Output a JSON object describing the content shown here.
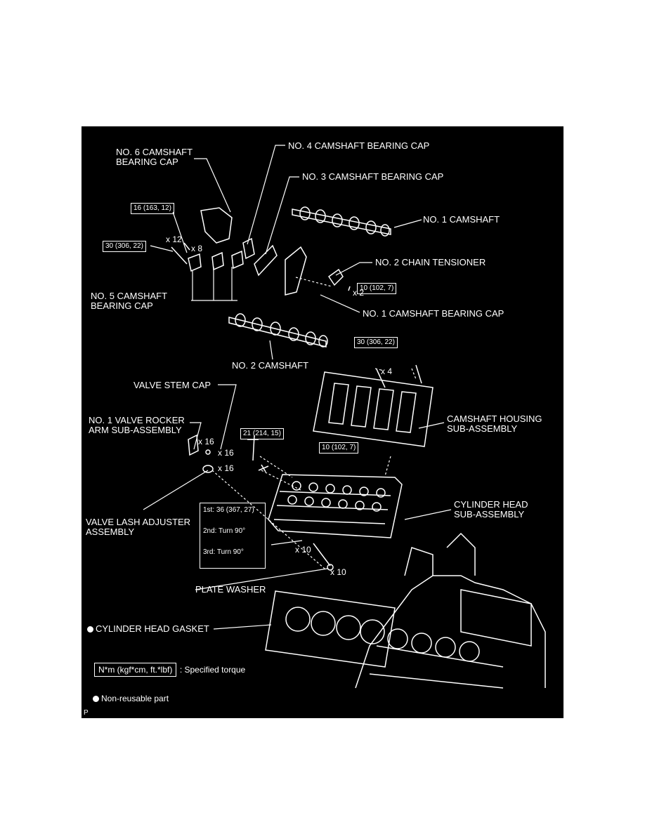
{
  "labels": {
    "no6_cap": "NO. 6 CAMSHAFT\nBEARING CAP",
    "no4_cap": "NO. 4 CAMSHAFT BEARING CAP",
    "no3_cap": "NO. 3 CAMSHAFT BEARING CAP",
    "no1_camshaft": "NO. 1 CAMSHAFT",
    "no2_tensioner": "NO. 2 CHAIN TENSIONER",
    "no5_cap": "NO. 5 CAMSHAFT\nBEARING CAP",
    "no1_cap": "NO. 1 CAMSHAFT BEARING CAP",
    "no2_camshaft": "NO. 2 CAMSHAFT",
    "valve_stem_cap": "VALVE STEM CAP",
    "rocker_arm": "NO. 1 VALVE ROCKER\nARM SUB-ASSEMBLY",
    "camshaft_housing": "CAMSHAFT HOUSING\nSUB-ASSEMBLY",
    "cylinder_head": "CYLINDER HEAD\nSUB-ASSEMBLY",
    "lash_adjuster": "VALVE LASH ADJUSTER\nASSEMBLY",
    "plate_washer": "PLATE WASHER",
    "head_gasket": "CYLINDER HEAD GASKET"
  },
  "torques": {
    "t16": "16 (163, 12)",
    "t30a": "30 (306, 22)",
    "t10a": "10 (102, 7)",
    "t30b": "30 (306, 22)",
    "t21": "21 (214, 15)",
    "t10b": "10 (102, 7)"
  },
  "quantities": {
    "x12": "x 12",
    "x8": "x 8",
    "x2": "x 2",
    "x4": "x 4",
    "x16a": "x 16",
    "x16b": "x 16",
    "x16c": "x 16",
    "x10a": "x 10",
    "x10b": "x 10"
  },
  "steps": {
    "s1": "1st: 36 (367, 27)",
    "s2": "2nd: Turn 90°",
    "s3": "3rd: Turn 90°"
  },
  "legend": {
    "torque_unit": "N*m (kgf*cm, ft.*lbf)",
    "torque_desc": ": Specified torque",
    "non_reusable": "Non-reusable part"
  },
  "corner_mark": "P"
}
